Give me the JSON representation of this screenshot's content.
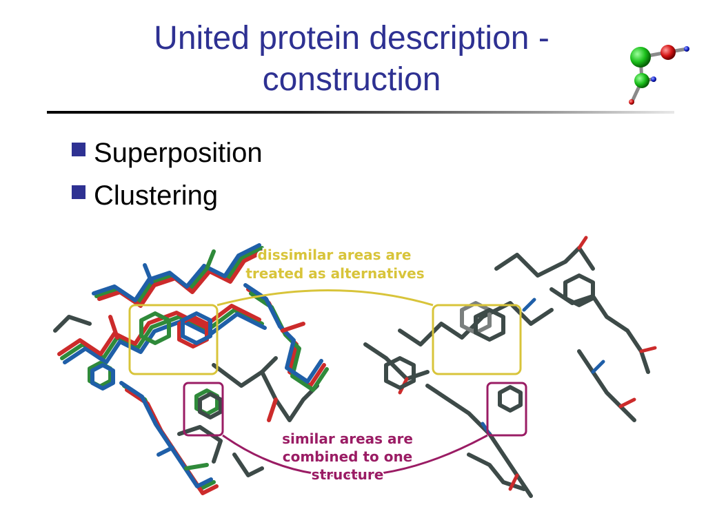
{
  "title": {
    "line1": "United protein description -",
    "line2": "construction"
  },
  "bullets": [
    "Superposition",
    "Clustering"
  ],
  "figure": {
    "label_dissimilar": [
      "dissimilar areas are",
      "treated as alternatives"
    ],
    "label_similar": [
      "similar areas are",
      "combined to one",
      "structure"
    ]
  },
  "colors": {
    "title": "#2e3192",
    "bullet_square": "#2e3192",
    "dissimilar_annotation": "#d8c43a",
    "similar_annotation": "#9a1c64",
    "structure_green": "#2f8a3a",
    "structure_red": "#cc2b2b",
    "structure_blue": "#1f5fa8",
    "structure_gray": "#3d4a48"
  },
  "icons": [
    "molecule-logo-icon",
    "bullet-square-icon"
  ]
}
